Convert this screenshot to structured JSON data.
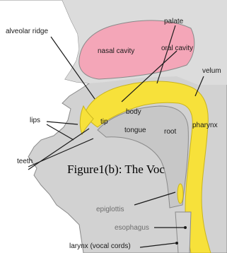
{
  "labels": {
    "palate": "palate",
    "alveolar_ridge": "alveolar ridge",
    "nasal_cavity": "nasal cavity",
    "oral_cavity": "oral cavity",
    "velum": "velum",
    "lips": "lips",
    "tip": "tip",
    "body": "body",
    "tongue": "tongue",
    "root": "root",
    "pharynx": "pharynx",
    "teeth": "teeth",
    "epiglottis": "epiglottis",
    "esophagus": "esophagus",
    "larynx": "larynx (vocal cords)"
  },
  "caption": "Figure1(b): The Voc",
  "colors": {
    "nasal_cavity": "#f4a6b8",
    "vocal_tract": "#f7e13a",
    "tissue": "#d2d2d2",
    "outline": "#8a8a8a",
    "leader_line": "#1a1a1a"
  }
}
